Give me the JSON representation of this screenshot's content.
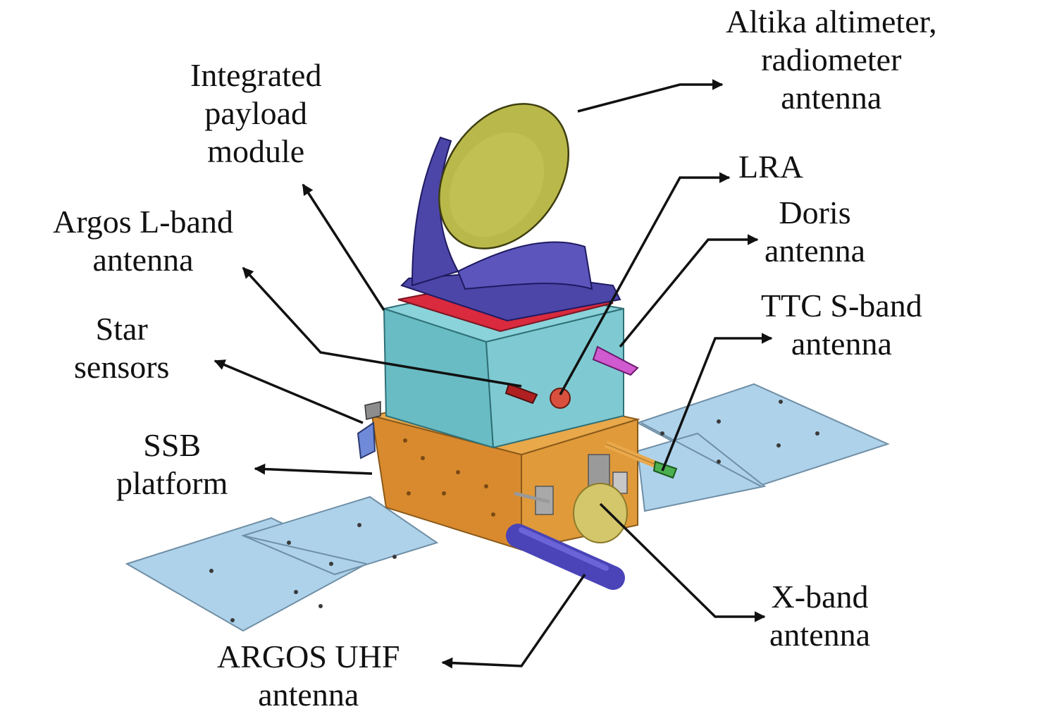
{
  "labels": {
    "altika": [
      "Altika altimeter,",
      "radiometer",
      "antenna"
    ],
    "payload": [
      "Integrated",
      "payload",
      "module"
    ],
    "lra": [
      "LRA"
    ],
    "argos_l": [
      "Argos L-band",
      "antenna"
    ],
    "doris": [
      "Doris",
      "antenna"
    ],
    "star": [
      "Star",
      "sensors"
    ],
    "ttc": [
      "TTC S-band",
      "antenna"
    ],
    "ssb": [
      "SSB",
      "platform"
    ],
    "xband": [
      "X-band",
      "antenna"
    ],
    "argos_uhf": [
      "ARGOS UHF",
      "antenna"
    ]
  },
  "colors": {
    "dish": "#b9b84a",
    "dish_support": "#4c46a8",
    "payload_box": "#69bcc4",
    "platform": "#d98a2e",
    "panels": "#aed2ea",
    "red_strip": "#d92a3e",
    "uhf_antenna": "#4a44b8",
    "doris_antenna": "#d05ad0",
    "arrow": "#111111"
  }
}
